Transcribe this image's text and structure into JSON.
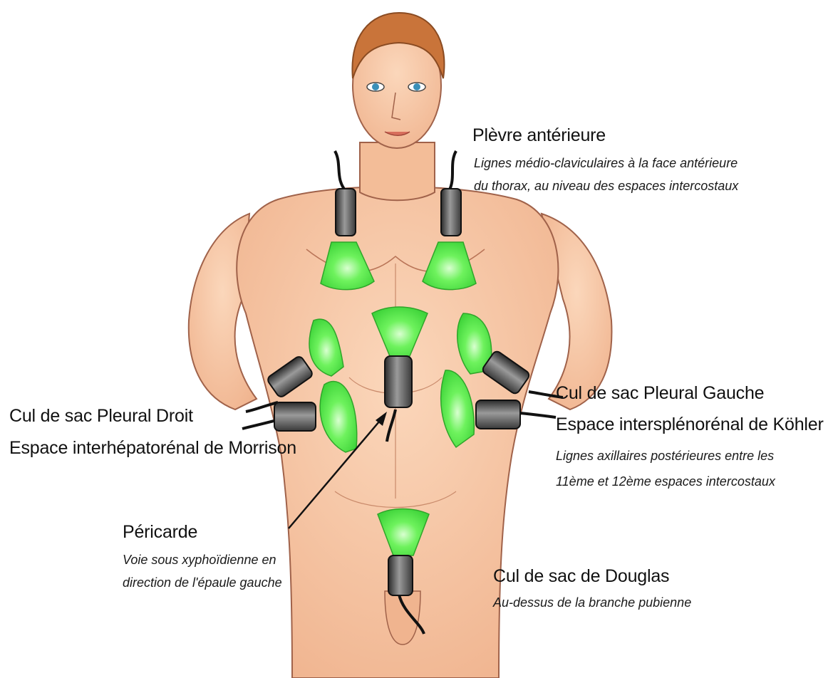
{
  "colors": {
    "skin": "#f6c9a6",
    "skin_shadow": "#e8a983",
    "hair": "#c9743a",
    "probe_zone": "#5ee84f",
    "probe_body": "#555555",
    "background": "#ffffff"
  },
  "labels": {
    "plevre": {
      "title": "Plèvre antérieure",
      "line1": "Lignes médio-claviculaires à la face antérieure",
      "line2": "du thorax, au niveau des espaces intercostaux"
    },
    "droit": {
      "title1": "Cul de sac Pleural Droit",
      "title2": "Espace interhépatorénal de Morrison"
    },
    "gauche": {
      "title1": "Cul de sac Pleural Gauche",
      "title2": "Espace intersplénorénal de Köhler",
      "line1": "Lignes axillaires postérieures entre les",
      "line2": "11ème et 12ème espaces intercostaux"
    },
    "pericarde": {
      "title": "Péricarde",
      "line1": "Voie sous xyphoïdienne en",
      "line2": "direction de l'épaule gauche"
    },
    "douglas": {
      "title": "Cul de sac de Douglas",
      "line1": "Au-dessus de la branche pubienne"
    }
  }
}
